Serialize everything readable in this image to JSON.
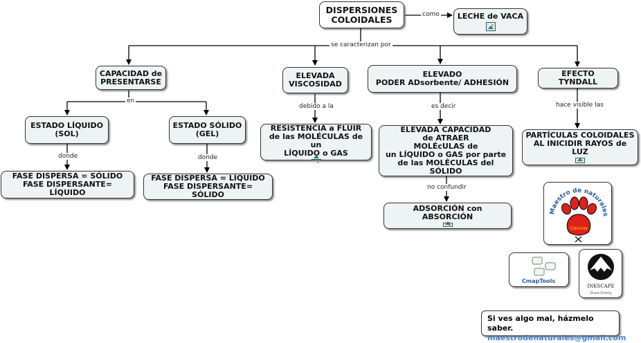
{
  "nodes": {
    "main": "DISPERSIONES\nCOLOIDALES",
    "leche": "LECHE de VACA",
    "capacidad": "CAPACIDAD de\nPRESENTARSE",
    "viscosidad": "ELEVADA\nVISCOSIDAD",
    "poder": "ELEVADO\nPODER ADsorbente/ ADHESIÓN",
    "tyndall": "EFECTO TYNDALL",
    "liquido": "ESTADO LÍQUIDO\n(SOL)",
    "solido": "ESTADO SÓLIDO\n(GEL)",
    "resistencia": "RESISTENCIA a FLUIR\nde las MOLÉCULAS de un\nLÍQUIDO o GAS",
    "atraer": "ELEVADA CAPACIDAD\nde ATRAER\nMOLÉcULAS de\nun LÍQUIDO o GAS por parte\nde las MOLÉCULAS del SÓLIDO",
    "particulas": "PARTÍCULAS COLOIDALES\nAL INICIDIR RAYOS de LUZ",
    "fase_sol": "FASE DISPERSA = SÓLIDO\nFASE DISPERSANTE= LÍQUIDO",
    "fase_gel": "FASE DISPERSA = LÍQUIDO\nFASE DISPERSANTE= SÓLIDO",
    "adsorcion": "ADSORCIÓN con ABSORCIÓN"
  },
  "links": {
    "como": "como",
    "caracterizan": "se caracterizan por",
    "en": "en",
    "debido": "debido a la",
    "es_decir": "es decir",
    "hace_visible": "hace visible las",
    "donde1": "donde",
    "donde2": "donde",
    "no_confundir": "no confundir"
  },
  "logos": {
    "maestro_arc": "Maestro de naturales",
    "maestro_center": "Ciencias",
    "cmap": "CmapTools",
    "inkscape": "INKSCAPE",
    "inkscape_tag": "Draw Freely"
  },
  "contact": {
    "line1": "Si ves algo mal, házmelo saber.",
    "email": "maestrodenaturales@gmail.com"
  },
  "colors": {
    "node_bg": "#eef3f3",
    "accent_red": "#e0201a",
    "link_blue": "#4a86d0"
  }
}
